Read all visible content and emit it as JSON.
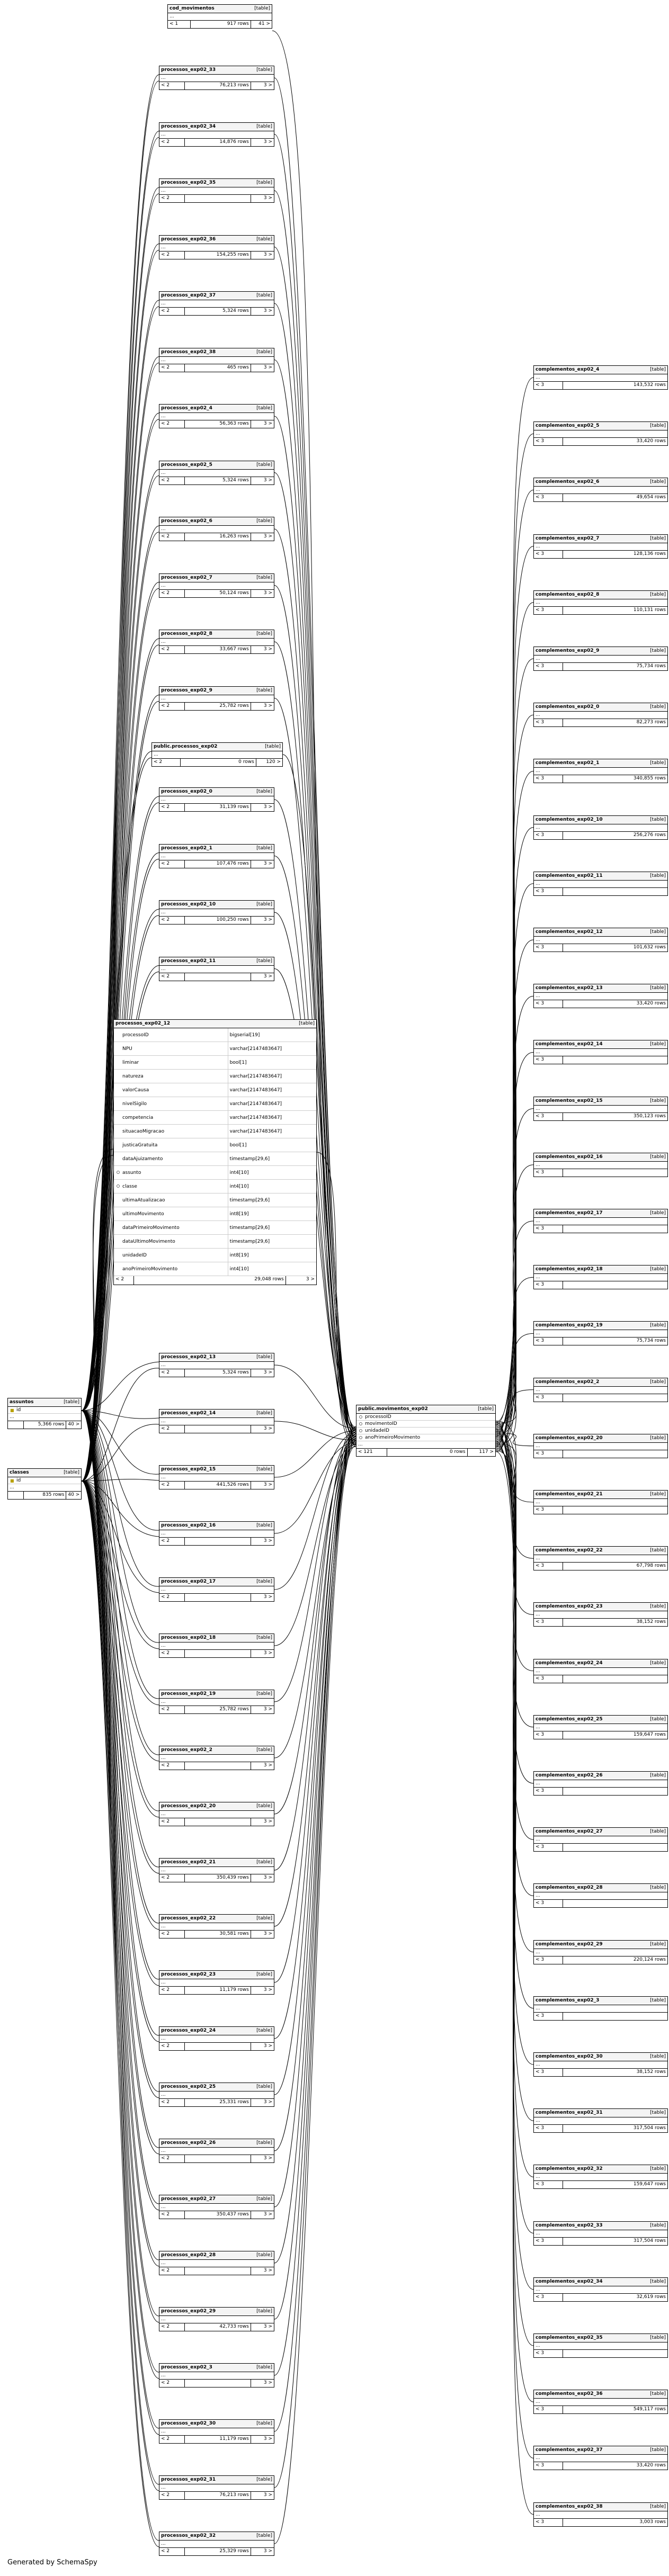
{
  "footer": {
    "credit": "Generated by SchemaSpy"
  },
  "labels": {
    "table_type": "[table]",
    "rows_suffix": "rows"
  },
  "tables": [
    {
      "id": "cod_movimentos",
      "name": "cod_movimentos",
      "col": "left2",
      "parents": "< 1",
      "rows": "917 rows",
      "children": "41 >"
    },
    {
      "id": "p33",
      "name": "processos_exp02_33",
      "col": "left",
      "parents": "< 2",
      "rows": "76,213 rows",
      "children": "3 >"
    },
    {
      "id": "p34",
      "name": "processos_exp02_34",
      "col": "left",
      "parents": "< 2",
      "rows": "14,876 rows",
      "children": "3 >"
    },
    {
      "id": "p35",
      "name": "processos_exp02_35",
      "col": "left",
      "parents": "< 2",
      "rows": "",
      "children": "3 >"
    },
    {
      "id": "p36",
      "name": "processos_exp02_36",
      "col": "left",
      "parents": "< 2",
      "rows": "154,255 rows",
      "children": "3 >"
    },
    {
      "id": "p37",
      "name": "processos_exp02_37",
      "col": "left",
      "parents": "< 2",
      "rows": "5,324 rows",
      "children": "3 >"
    },
    {
      "id": "p38",
      "name": "processos_exp02_38",
      "col": "left",
      "parents": "< 2",
      "rows": "465 rows",
      "children": "3 >"
    },
    {
      "id": "p4",
      "name": "processos_exp02_4",
      "col": "left",
      "parents": "< 2",
      "rows": "56,363 rows",
      "children": "3 >"
    },
    {
      "id": "p5",
      "name": "processos_exp02_5",
      "col": "left",
      "parents": "< 2",
      "rows": "5,324 rows",
      "children": "3 >"
    },
    {
      "id": "p6",
      "name": "processos_exp02_6",
      "col": "left",
      "parents": "< 2",
      "rows": "16,263 rows",
      "children": "3 >"
    },
    {
      "id": "p7",
      "name": "processos_exp02_7",
      "col": "left",
      "parents": "< 2",
      "rows": "50,124 rows",
      "children": "3 >"
    },
    {
      "id": "p8",
      "name": "processos_exp02_8",
      "col": "left",
      "parents": "< 2",
      "rows": "33,667 rows",
      "children": "3 >"
    },
    {
      "id": "p9",
      "name": "processos_exp02_9",
      "col": "left",
      "parents": "< 2",
      "rows": "25,782 rows",
      "children": "3 >"
    },
    {
      "id": "pub",
      "name": "public.processos_exp02",
      "col": "left",
      "parents": "< 2",
      "rows": "0 rows",
      "children": "120 >"
    },
    {
      "id": "p0",
      "name": "processos_exp02_0",
      "col": "left",
      "parents": "< 2",
      "rows": "31,139 rows",
      "children": "3 >"
    },
    {
      "id": "p1",
      "name": "processos_exp02_1",
      "col": "left",
      "parents": "< 2",
      "rows": "107,476 rows",
      "children": "3 >"
    },
    {
      "id": "p10",
      "name": "processos_exp02_10",
      "col": "left",
      "parents": "< 2",
      "rows": "100,250 rows",
      "children": "3 >"
    },
    {
      "id": "p11",
      "name": "processos_exp02_11",
      "col": "left",
      "parents": "< 2",
      "rows": "",
      "children": "3 >"
    },
    {
      "id": "p13",
      "name": "processos_exp02_13",
      "col": "left",
      "parents": "< 2",
      "rows": "5,324 rows",
      "children": "3 >"
    },
    {
      "id": "p14",
      "name": "processos_exp02_14",
      "col": "left",
      "parents": "< 2",
      "rows": "",
      "children": "3 >"
    },
    {
      "id": "p15",
      "name": "processos_exp02_15",
      "col": "left",
      "parents": "< 2",
      "rows": "441,526 rows",
      "children": "3 >"
    },
    {
      "id": "p16",
      "name": "processos_exp02_16",
      "col": "left",
      "parents": "< 2",
      "rows": "",
      "children": "3 >"
    },
    {
      "id": "p17",
      "name": "processos_exp02_17",
      "col": "left",
      "parents": "< 2",
      "rows": "",
      "children": "3 >"
    },
    {
      "id": "p18",
      "name": "processos_exp02_18",
      "col": "left",
      "parents": "< 2",
      "rows": "",
      "children": "3 >"
    },
    {
      "id": "p19",
      "name": "processos_exp02_19",
      "col": "left",
      "parents": "< 2",
      "rows": "25,782 rows",
      "children": "3 >"
    },
    {
      "id": "p2",
      "name": "processos_exp02_2",
      "col": "left",
      "parents": "< 2",
      "rows": "",
      "children": "3 >"
    },
    {
      "id": "p20",
      "name": "processos_exp02_20",
      "col": "left",
      "parents": "< 2",
      "rows": "",
      "children": "3 >"
    },
    {
      "id": "p21",
      "name": "processos_exp02_21",
      "col": "left",
      "parents": "< 2",
      "rows": "350,439 rows",
      "children": "3 >"
    },
    {
      "id": "p22",
      "name": "processos_exp02_22",
      "col": "left",
      "parents": "< 2",
      "rows": "30,581 rows",
      "children": "3 >"
    },
    {
      "id": "p23",
      "name": "processos_exp02_23",
      "col": "left",
      "parents": "< 2",
      "rows": "11,179 rows",
      "children": "3 >"
    },
    {
      "id": "p24",
      "name": "processos_exp02_24",
      "col": "left",
      "parents": "< 2",
      "rows": "",
      "children": "3 >"
    },
    {
      "id": "p25",
      "name": "processos_exp02_25",
      "col": "left",
      "parents": "< 2",
      "rows": "25,331 rows",
      "children": "3 >"
    },
    {
      "id": "p26",
      "name": "processos_exp02_26",
      "col": "left",
      "parents": "< 2",
      "rows": "",
      "children": "3 >"
    },
    {
      "id": "p27",
      "name": "processos_exp02_27",
      "col": "left",
      "parents": "< 2",
      "rows": "350,437 rows",
      "children": "3 >"
    },
    {
      "id": "p28",
      "name": "processos_exp02_28",
      "col": "left",
      "parents": "< 2",
      "rows": "",
      "children": "3 >"
    },
    {
      "id": "p29",
      "name": "processos_exp02_29",
      "col": "left",
      "parents": "< 2",
      "rows": "42,733 rows",
      "children": "3 >"
    },
    {
      "id": "p3",
      "name": "processos_exp02_3",
      "col": "left",
      "parents": "< 2",
      "rows": "",
      "children": "3 >"
    },
    {
      "id": "p30",
      "name": "processos_exp02_30",
      "col": "left",
      "parents": "< 2",
      "rows": "11,179 rows",
      "children": "3 >"
    },
    {
      "id": "p31",
      "name": "processos_exp02_31",
      "col": "left",
      "parents": "< 2",
      "rows": "76,213 rows",
      "children": "3 >"
    },
    {
      "id": "p32",
      "name": "processos_exp02_32",
      "col": "left",
      "parents": "< 2",
      "rows": "25,329 rows",
      "children": "3 >"
    },
    {
      "id": "assuntos",
      "name": "assuntos",
      "col": "far",
      "parents": "",
      "rows": "5,366 rows",
      "children": "40 >",
      "pk": "id"
    },
    {
      "id": "classes",
      "name": "classes",
      "col": "far",
      "parents": "",
      "rows": "835 rows",
      "children": "40 >",
      "pk": "id"
    },
    {
      "id": "mov",
      "name": "public.movimentos_exp02",
      "col": "mid",
      "parents": "< 121",
      "rows": "0 rows",
      "children": "117 >",
      "columns": [
        "processoID",
        "movimentoID",
        "unidadeID",
        "anoPrimeiroMovimento"
      ]
    },
    {
      "id": "c4",
      "name": "complementos_exp02_4",
      "col": "right",
      "parents": "< 3",
      "rows": "143,532 rows"
    },
    {
      "id": "c5",
      "name": "complementos_exp02_5",
      "col": "right",
      "parents": "< 3",
      "rows": "33,420 rows"
    },
    {
      "id": "c6",
      "name": "complementos_exp02_6",
      "col": "right",
      "parents": "< 3",
      "rows": "49,654 rows"
    },
    {
      "id": "c7",
      "name": "complementos_exp02_7",
      "col": "right",
      "parents": "< 3",
      "rows": "128,136 rows"
    },
    {
      "id": "c8",
      "name": "complementos_exp02_8",
      "col": "right",
      "parents": "< 3",
      "rows": "110,131 rows"
    },
    {
      "id": "c9",
      "name": "complementos_exp02_9",
      "col": "right",
      "parents": "< 3",
      "rows": "75,734 rows"
    },
    {
      "id": "c0",
      "name": "complementos_exp02_0",
      "col": "right",
      "parents": "< 3",
      "rows": "82,273 rows"
    },
    {
      "id": "c1",
      "name": "complementos_exp02_1",
      "col": "right",
      "parents": "< 3",
      "rows": "340,855 rows"
    },
    {
      "id": "c10",
      "name": "complementos_exp02_10",
      "col": "right",
      "parents": "< 3",
      "rows": "256,276 rows"
    },
    {
      "id": "c11",
      "name": "complementos_exp02_11",
      "col": "right",
      "parents": "< 3",
      "rows": ""
    },
    {
      "id": "c12",
      "name": "complementos_exp02_12",
      "col": "right",
      "parents": "< 3",
      "rows": "101,632 rows"
    },
    {
      "id": "c13",
      "name": "complementos_exp02_13",
      "col": "right",
      "parents": "< 3",
      "rows": "33,420 rows"
    },
    {
      "id": "c14",
      "name": "complementos_exp02_14",
      "col": "right",
      "parents": "< 3",
      "rows": ""
    },
    {
      "id": "c15",
      "name": "complementos_exp02_15",
      "col": "right",
      "parents": "< 3",
      "rows": "350,123 rows"
    },
    {
      "id": "c16",
      "name": "complementos_exp02_16",
      "col": "right",
      "parents": "< 3",
      "rows": ""
    },
    {
      "id": "c17",
      "name": "complementos_exp02_17",
      "col": "right",
      "parents": "< 3",
      "rows": ""
    },
    {
      "id": "c18",
      "name": "complementos_exp02_18",
      "col": "right",
      "parents": "< 3",
      "rows": ""
    },
    {
      "id": "c19",
      "name": "complementos_exp02_19",
      "col": "right",
      "parents": "< 3",
      "rows": "75,734 rows"
    },
    {
      "id": "c2",
      "name": "complementos_exp02_2",
      "col": "right",
      "parents": "< 3",
      "rows": ""
    },
    {
      "id": "c20",
      "name": "complementos_exp02_20",
      "col": "right",
      "parents": "< 3",
      "rows": ""
    },
    {
      "id": "c21",
      "name": "complementos_exp02_21",
      "col": "right",
      "parents": "< 3",
      "rows": ""
    },
    {
      "id": "c22",
      "name": "complementos_exp02_22",
      "col": "right",
      "parents": "< 3",
      "rows": "67,798 rows"
    },
    {
      "id": "c23",
      "name": "complementos_exp02_23",
      "col": "right",
      "parents": "< 3",
      "rows": "38,152 rows"
    },
    {
      "id": "c24",
      "name": "complementos_exp02_24",
      "col": "right",
      "parents": "< 3",
      "rows": ""
    },
    {
      "id": "c25",
      "name": "complementos_exp02_25",
      "col": "right",
      "parents": "< 3",
      "rows": "159,647 rows"
    },
    {
      "id": "c26",
      "name": "complementos_exp02_26",
      "col": "right",
      "parents": "< 3",
      "rows": ""
    },
    {
      "id": "c27",
      "name": "complementos_exp02_27",
      "col": "right",
      "parents": "< 3",
      "rows": ""
    },
    {
      "id": "c28",
      "name": "complementos_exp02_28",
      "col": "right",
      "parents": "< 3",
      "rows": ""
    },
    {
      "id": "c29",
      "name": "complementos_exp02_29",
      "col": "right",
      "parents": "< 3",
      "rows": "220,124 rows"
    },
    {
      "id": "c3",
      "name": "complementos_exp02_3",
      "col": "right",
      "parents": "< 3",
      "rows": ""
    },
    {
      "id": "c30",
      "name": "complementos_exp02_30",
      "col": "right",
      "parents": "< 3",
      "rows": "38,152 rows"
    },
    {
      "id": "c31",
      "name": "complementos_exp02_31",
      "col": "right",
      "parents": "< 3",
      "rows": "317,504 rows"
    },
    {
      "id": "c32",
      "name": "complementos_exp02_32",
      "col": "right",
      "parents": "< 3",
      "rows": "159,647 rows"
    },
    {
      "id": "c33",
      "name": "complementos_exp02_33",
      "col": "right",
      "parents": "< 3",
      "rows": "317,504 rows"
    },
    {
      "id": "c34",
      "name": "complementos_exp02_34",
      "col": "right",
      "parents": "< 3",
      "rows": "32,619 rows"
    },
    {
      "id": "c35",
      "name": "complementos_exp02_35",
      "col": "right",
      "parents": "< 3",
      "rows": ""
    },
    {
      "id": "c36",
      "name": "complementos_exp02_36",
      "col": "right",
      "parents": "< 3",
      "rows": "549,117 rows"
    },
    {
      "id": "c37",
      "name": "complementos_exp02_37",
      "col": "right",
      "parents": "< 3",
      "rows": "33,420 rows"
    },
    {
      "id": "c38",
      "name": "complementos_exp02_38",
      "col": "right",
      "parents": "< 3",
      "rows": "3,003 rows"
    }
  ],
  "detail_table": {
    "name": "processos_exp02_12",
    "parents": "< 2",
    "rows": "29,048 rows",
    "children": "3 >",
    "columns": [
      {
        "name": "processoID",
        "type": "bigserial[19]",
        "marker": ""
      },
      {
        "name": "NPU",
        "type": "varchar[2147483647]",
        "marker": ""
      },
      {
        "name": "liminar",
        "type": "bool[1]",
        "marker": ""
      },
      {
        "name": "natureza",
        "type": "varchar[2147483647]",
        "marker": ""
      },
      {
        "name": "valorCausa",
        "type": "varchar[2147483647]",
        "marker": ""
      },
      {
        "name": "nivelSigilo",
        "type": "varchar[2147483647]",
        "marker": ""
      },
      {
        "name": "competencia",
        "type": "varchar[2147483647]",
        "marker": ""
      },
      {
        "name": "situacaoMigracao",
        "type": "varchar[2147483647]",
        "marker": ""
      },
      {
        "name": "justicaGratuita",
        "type": "bool[1]",
        "marker": ""
      },
      {
        "name": "dataAjuizamento",
        "type": "timestamp[29,6]",
        "marker": ""
      },
      {
        "name": "assunto",
        "type": "int4[10]",
        "marker": "fk"
      },
      {
        "name": "classe",
        "type": "int4[10]",
        "marker": "fk"
      },
      {
        "name": "ultimaAtualizacao",
        "type": "timestamp[29,6]",
        "marker": ""
      },
      {
        "name": "ultimoMovimento",
        "type": "int8[19]",
        "marker": ""
      },
      {
        "name": "dataPrimeiroMovimento",
        "type": "timestamp[29,6]",
        "marker": ""
      },
      {
        "name": "dataUltimoMovimento",
        "type": "timestamp[29,6]",
        "marker": ""
      },
      {
        "name": "unidadeID",
        "type": "int8[19]",
        "marker": ""
      },
      {
        "name": "anoPrimeiroMovimento",
        "type": "int4[10]",
        "marker": ""
      }
    ]
  }
}
